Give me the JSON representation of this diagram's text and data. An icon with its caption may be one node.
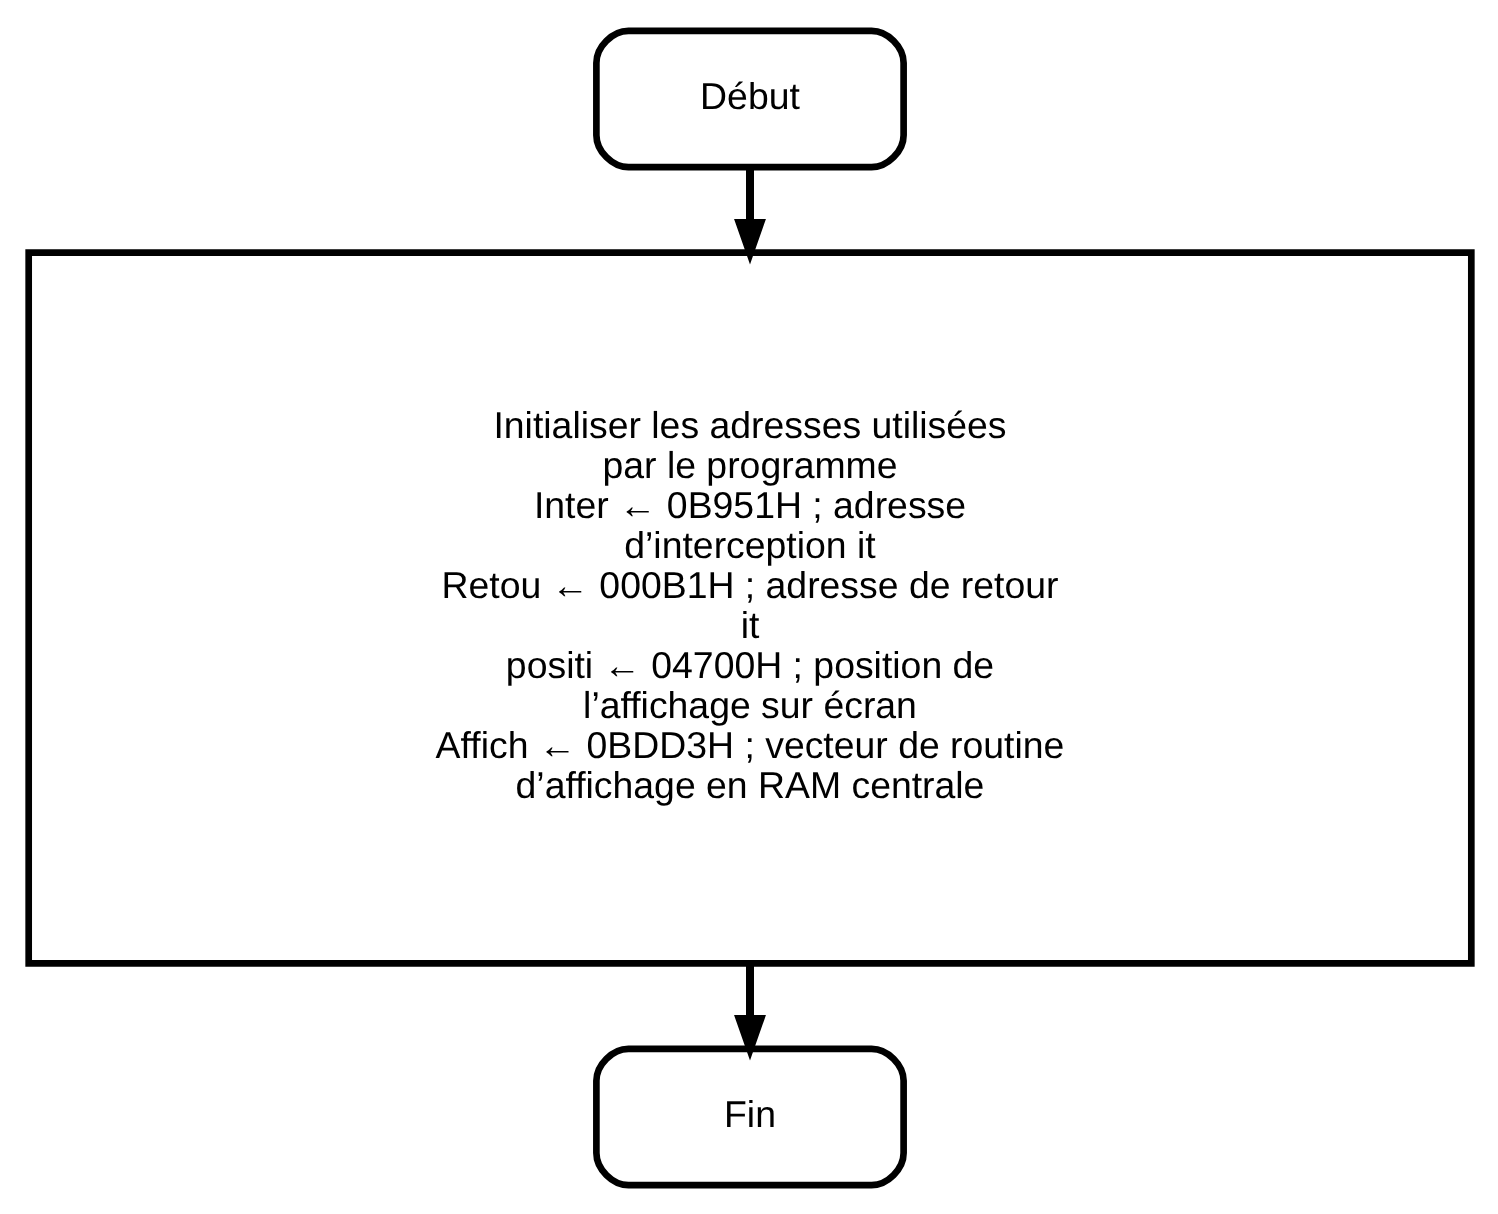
{
  "diagram": {
    "nodes": [
      {
        "text": [
          "Début"
        ]
      },
      {
        "text": [
          "Initialiser les adresses utilisées par le programme",
          "Inter ← 0B951H ; adresse d’interception it",
          "Retou ← 000B1H ; adresse de retour it",
          "positi ← 04700H ; position de l’affichage sur écran",
          "Affich ← 0BDD3H ; vecteur de routine d’affichage en RAM centrale"
        ]
      },
      {
        "text": [
          "Fin"
        ]
      }
    ],
    "edges": [
      {
        "from": 0,
        "to": 1,
        "arrow": "to"
      },
      {
        "from": 1,
        "to": 2,
        "arrow": "to"
      }
    ]
  }
}
